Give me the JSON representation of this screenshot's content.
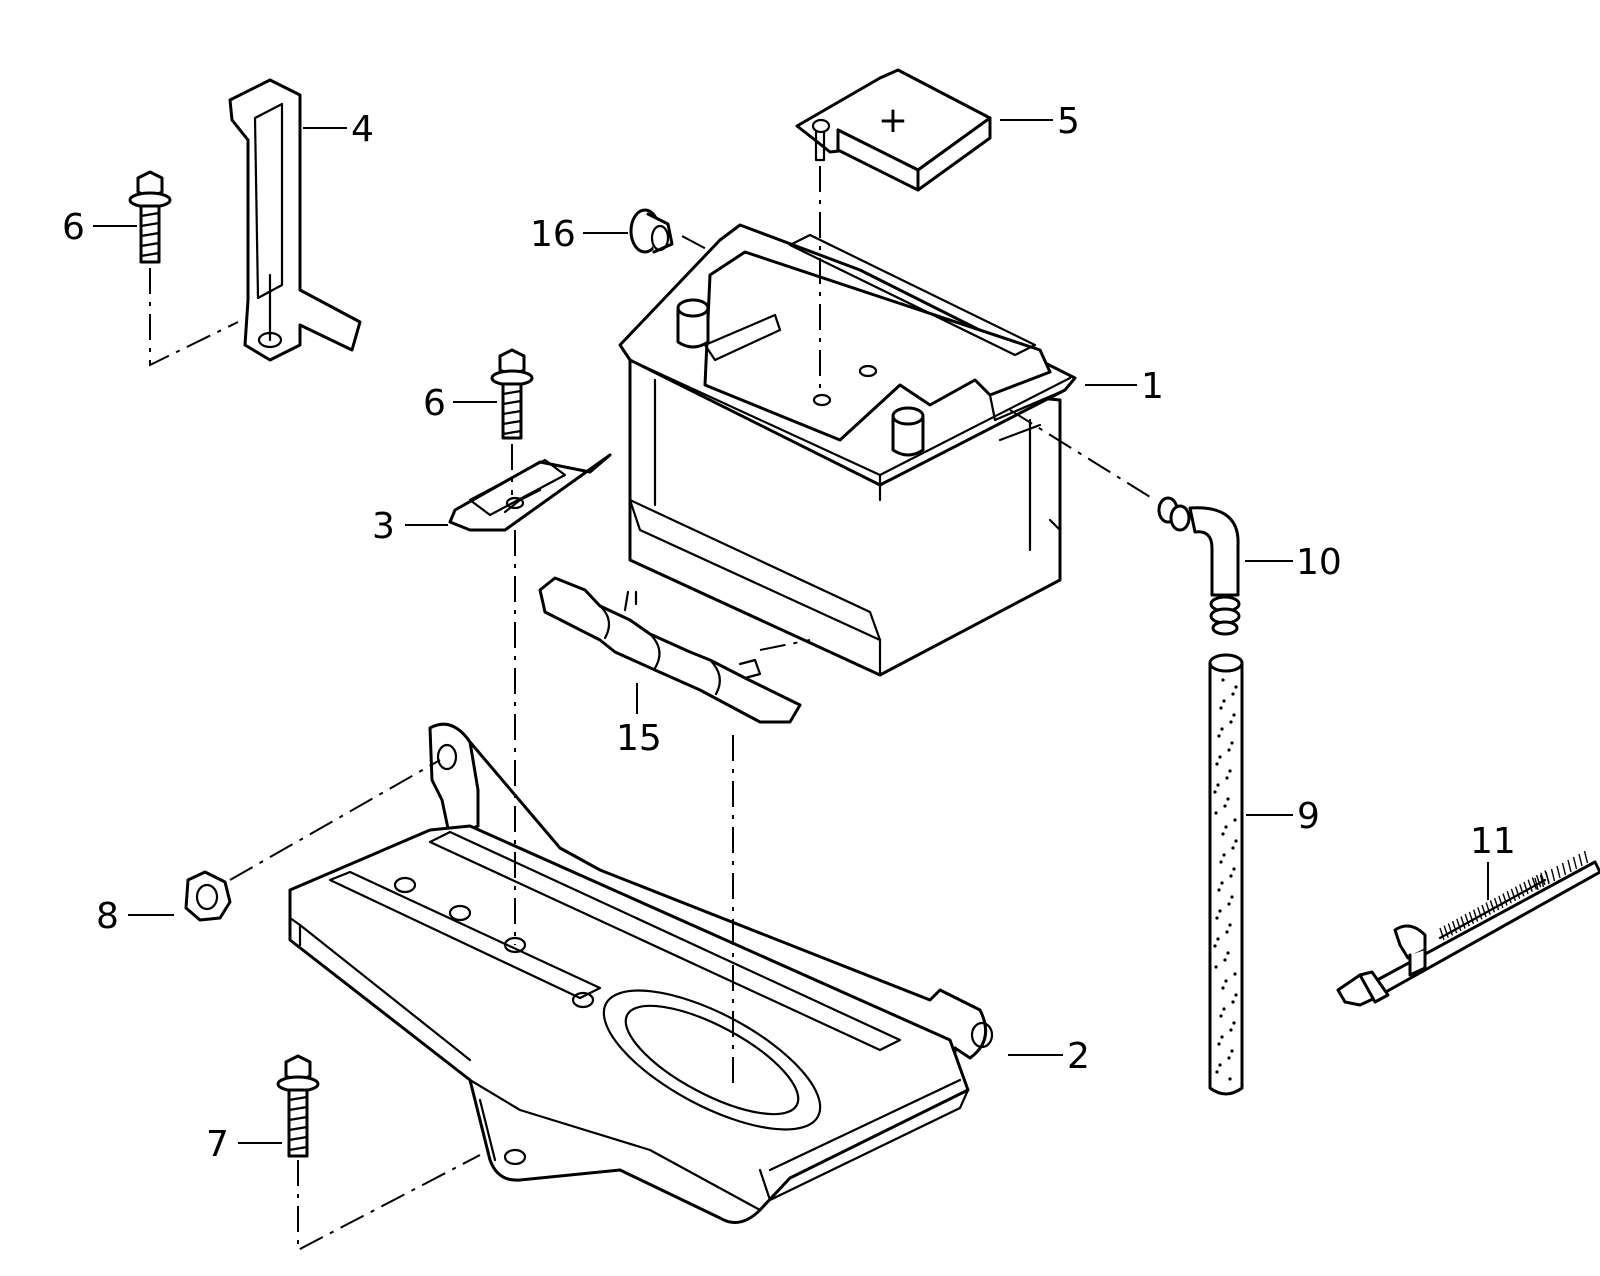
{
  "callouts": {
    "c1": "1",
    "c2": "2",
    "c3": "3",
    "c4": "4",
    "c5": "5",
    "c6a": "6",
    "c6b": "6",
    "c7": "7",
    "c8": "8",
    "c9": "9",
    "c10": "10",
    "c11": "11",
    "c15": "15",
    "c16": "16"
  },
  "terminal_cover_symbol": "+"
}
